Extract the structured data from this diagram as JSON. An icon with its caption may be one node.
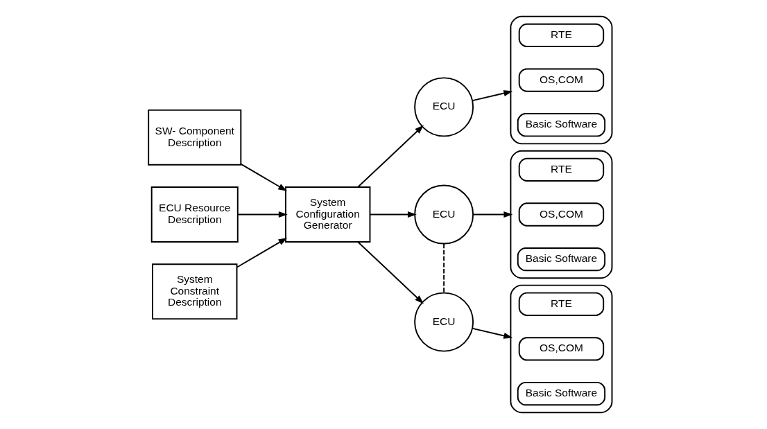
{
  "diagram": {
    "nodes": [
      {
        "text": [
          "SW- Component Description"
        ]
      },
      {
        "text": [
          "ECU Resource Description"
        ]
      },
      {
        "text": [
          "System Constraint Description"
        ]
      },
      {
        "text": [
          "System Configuration Generator"
        ]
      },
      {
        "text": [
          "ECU"
        ]
      },
      {
        "text": [],
        "shape": "bracket"
      },
      {
        "text": [
          "RTE"
        ],
        "in": 5
      },
      {
        "text": [
          "OS,COM"
        ],
        "in": 5
      },
      {
        "text": [
          "Basic Software"
        ],
        "in": 5
      },
      {
        "text": [
          "ECU"
        ]
      },
      {
        "text": [],
        "shape": "bracket"
      },
      {
        "text": [
          "RTE"
        ],
        "in": 10
      },
      {
        "text": [
          "OS,COM"
        ],
        "in": 10
      },
      {
        "text": [
          "Basic Software"
        ],
        "in": 10
      },
      {
        "text": [
          "ECU"
        ]
      },
      {
        "text": [],
        "shape": "bracket"
      },
      {
        "text": [
          "RTE"
        ],
        "in": 15
      },
      {
        "text": [
          "OS,COM"
        ],
        "in": 15
      },
      {
        "text": [
          "Basic Software"
        ],
        "in": 15
      }
    ],
    "edges": [
      {
        "from": 0,
        "to": 3,
        "arrow": "to"
      },
      {
        "from": 1,
        "to": 3,
        "arrow": "to"
      },
      {
        "from": 2,
        "to": 3,
        "arrow": "to"
      },
      {
        "from": 3,
        "to": 4,
        "arrow": "to"
      },
      {
        "from": 3,
        "to": 9,
        "arrow": "to"
      },
      {
        "from": 3,
        "to": 14,
        "arrow": "to"
      },
      {
        "from": 4,
        "to": 5,
        "arrow": "to"
      },
      {
        "from": 9,
        "to": 10,
        "arrow": "to"
      },
      {
        "from": 14,
        "to": 15,
        "arrow": "to"
      },
      {
        "from": 9,
        "to": 14,
        "arrow": "none",
        "style": "dashed"
      }
    ]
  }
}
